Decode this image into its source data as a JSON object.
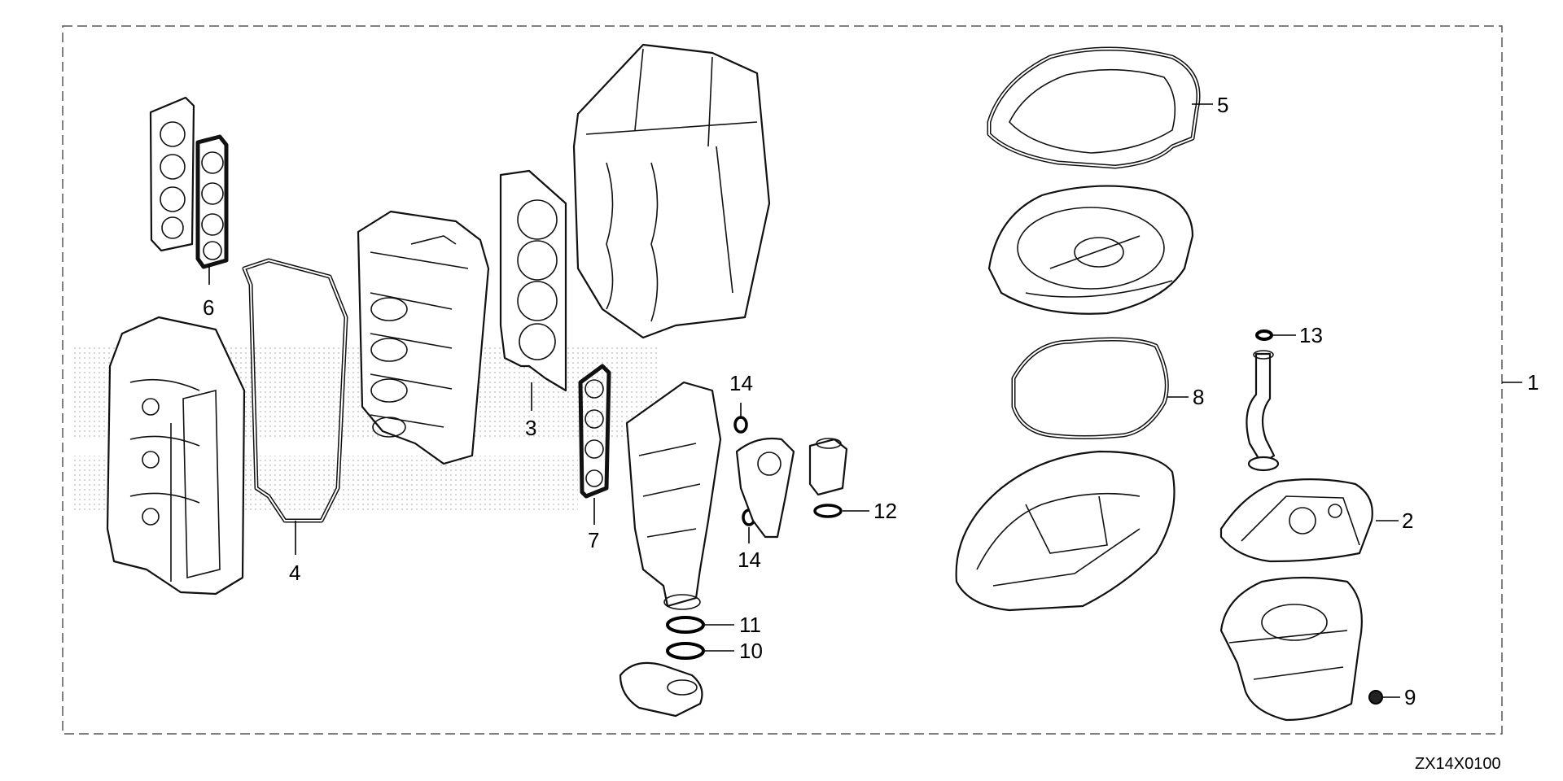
{
  "diagram": {
    "callouts": {
      "c1": "1",
      "c2": "2",
      "c3": "3",
      "c4": "4",
      "c5": "5",
      "c6": "6",
      "c7": "7",
      "c8": "8",
      "c9": "9",
      "c10": "10",
      "c11": "11",
      "c12": "12",
      "c13": "13",
      "c14a": "14",
      "c14b": "14"
    },
    "drawing_code": "ZX14X0100"
  }
}
